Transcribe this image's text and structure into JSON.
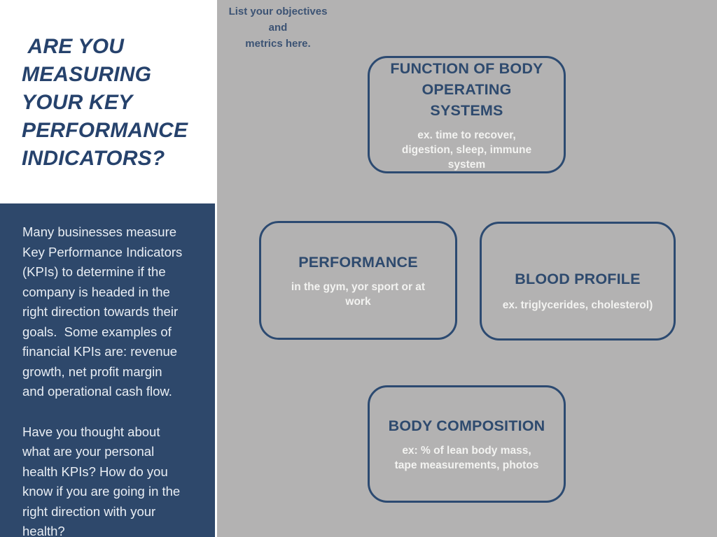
{
  "slide": {
    "headline": " ARE YOU\nMEASURING\nYOUR KEY\nPERFORMANCE\nINDICATORS?",
    "sidebar_paragraphs": [
      "Many businesses measure\nKey Performance Indicators\n(KPIs) to determine if the\ncompany is headed in the\nright direction towards their\ngoals.  Some examples of\nfinancial KPIs are: revenue\ngrowth, net profit margin\nand operational cash flow.",
      "Have you thought about\nwhat are your personal\nhealth KPIs? How do you\nknow if you are going in the\nright direction with your\nhealth?"
    ],
    "note": "List your objectives\nand\nmetrics here.",
    "boxes": [
      {
        "title": "FUNCTION OF BODY\nOPERATING\nSYSTEMS",
        "subtitle": "ex. time to recover,\ndigestion, sleep, immune\nsystem"
      },
      {
        "title": "PERFORMANCE",
        "subtitle": "in the gym, yor sport or at\nwork"
      },
      {
        "title": "BLOOD PROFILE",
        "subtitle": "ex. triglycerides, cholesterol)"
      },
      {
        "title": "BODY COMPOSITION",
        "subtitle": "ex: % of lean body mass,\ntape measurements, photos"
      }
    ],
    "colors": {
      "navy_panel": "#2e486b",
      "navy_text": "#26426c",
      "box_border": "#2c4a71",
      "box_title_text": "#2e4a6e",
      "gray_background": "#b3b2b2",
      "light_text": "#e9eef4",
      "white_column": "#ffffff"
    }
  }
}
